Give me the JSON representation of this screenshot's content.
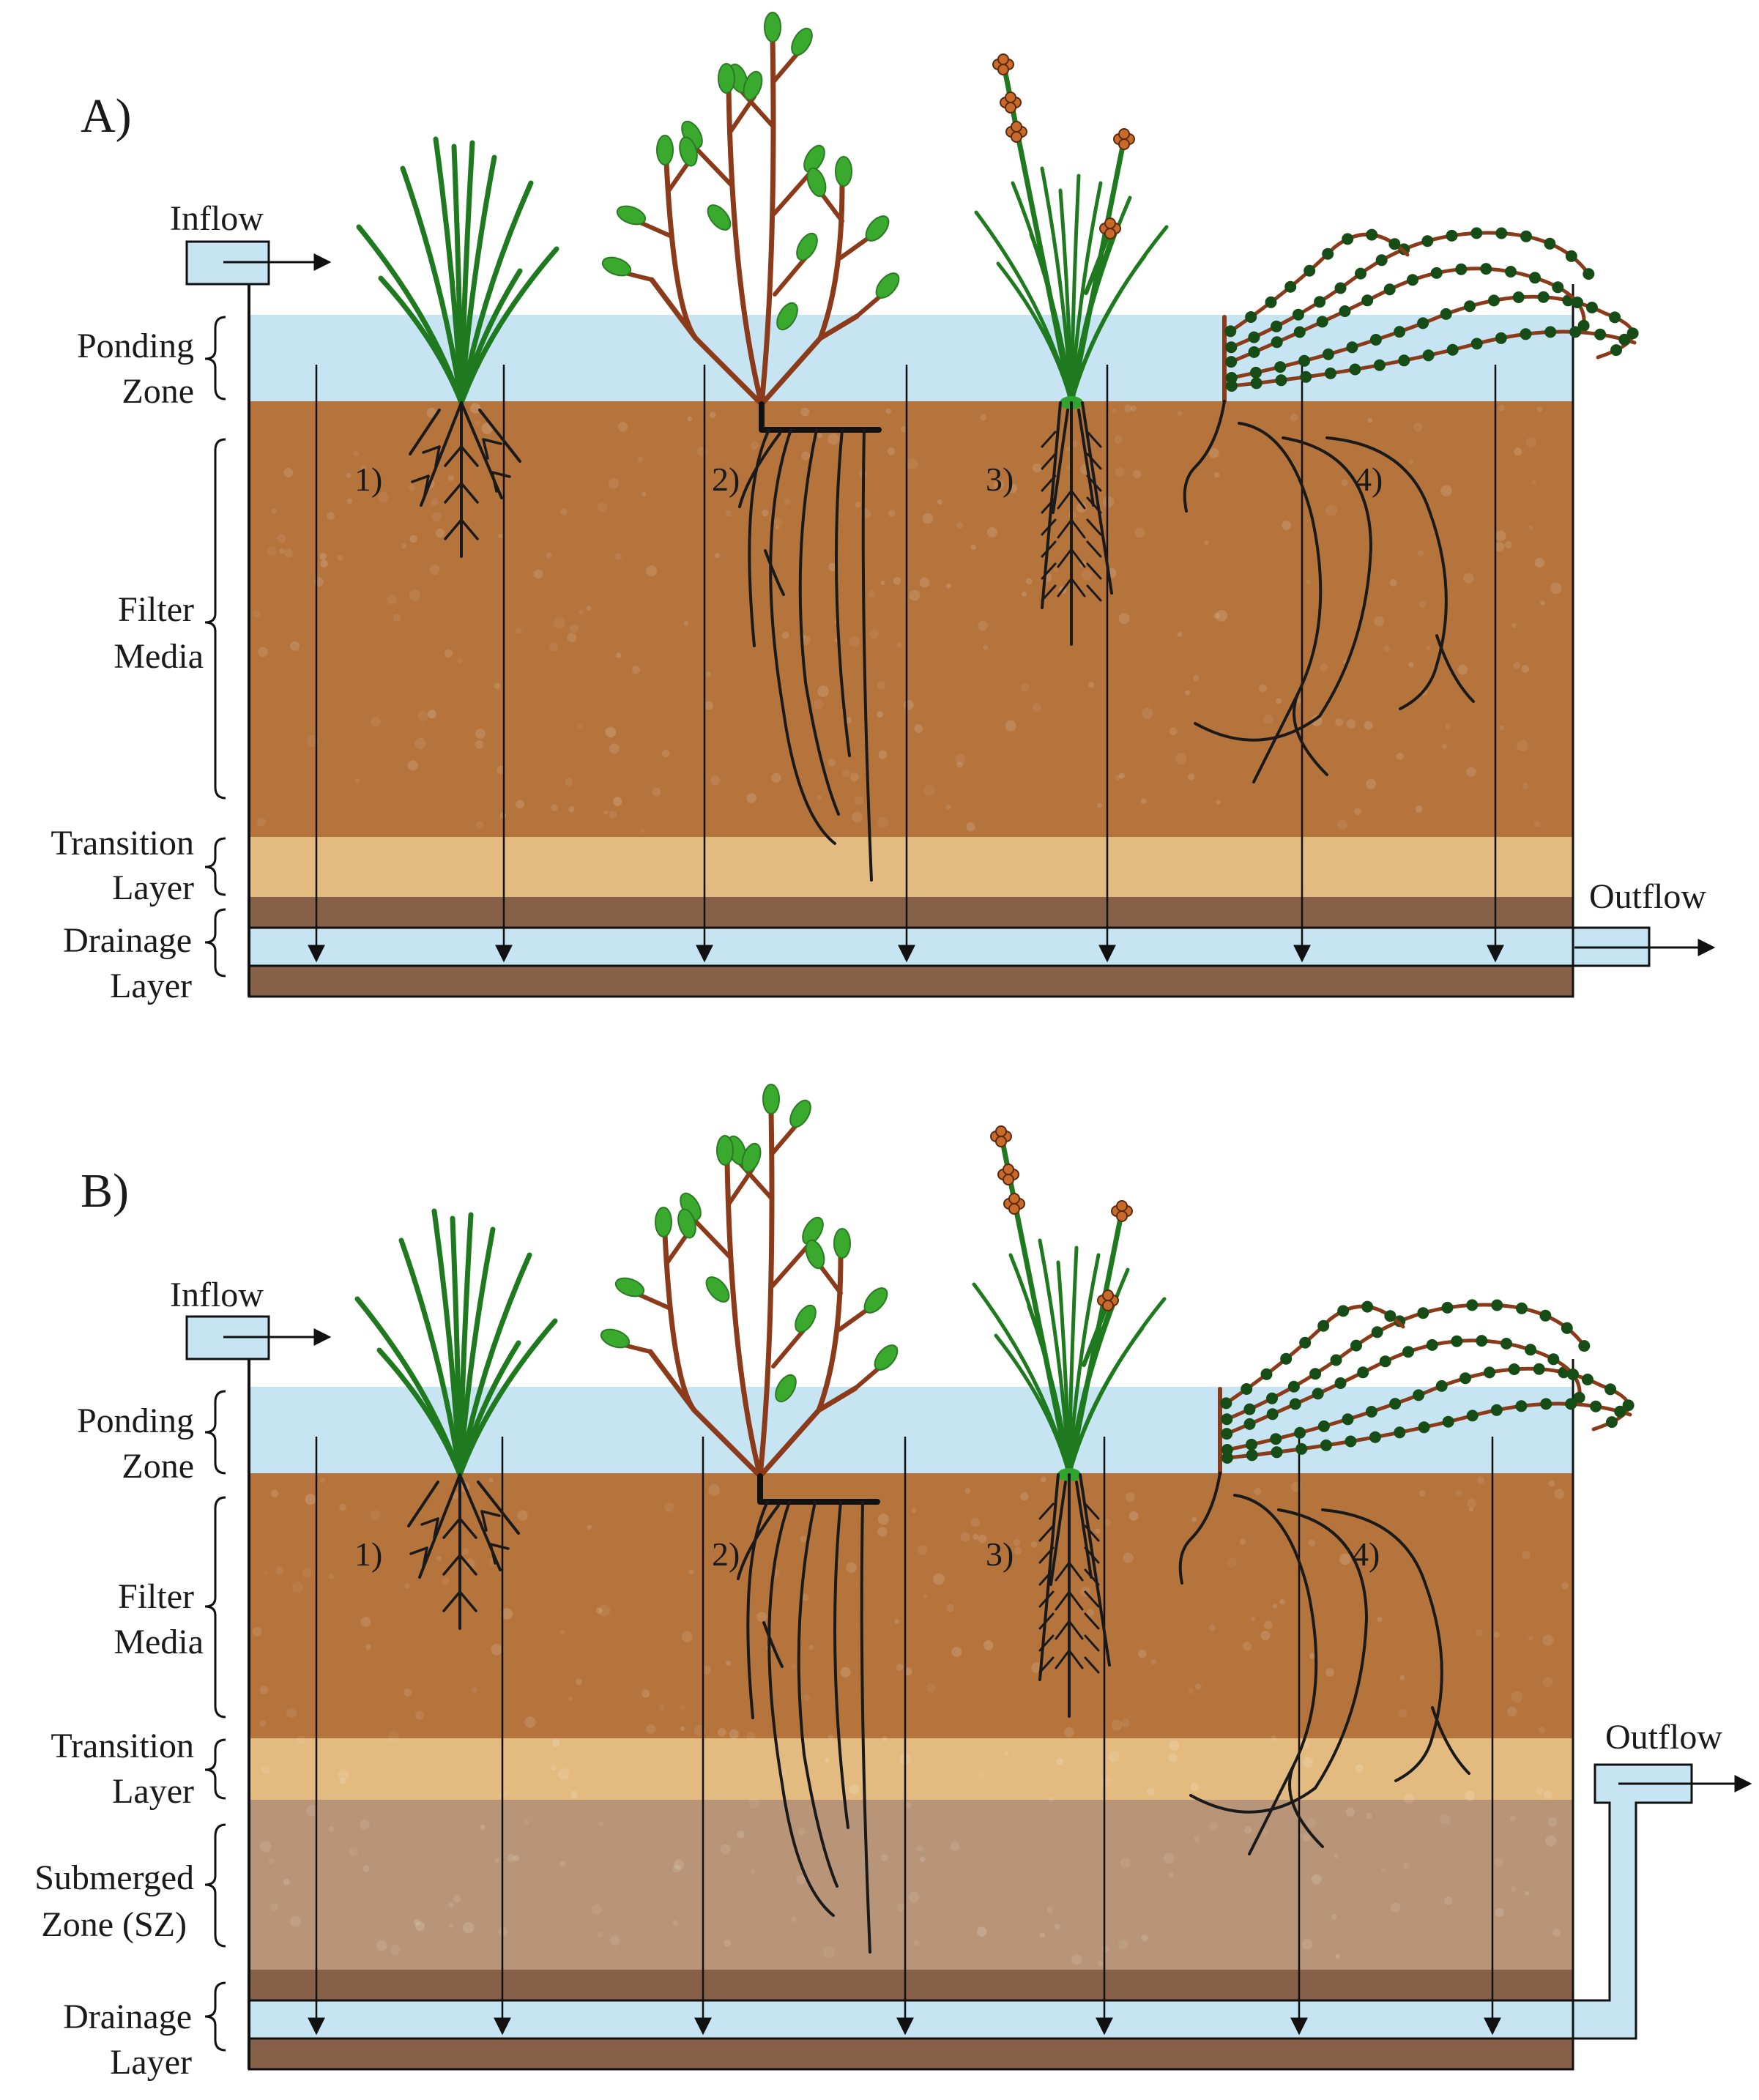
{
  "colors": {
    "water": "#c6e4f2",
    "filter": "#b5743c",
    "transition": "#e3bb80",
    "submerged": "#b89578",
    "drainage_band": "#866048",
    "grass": "#1f7a1f",
    "stem": "#8b3a1a",
    "leaf": "#3aaa2e",
    "root": "#1a1a1a",
    "flower": "#c86a2a",
    "bead": "#164d16"
  },
  "panels": [
    {
      "id": "A",
      "label": "A)",
      "inflow": "Inflow",
      "outflow": "Outflow",
      "layers": [
        {
          "key": "ponding",
          "line1": "Ponding",
          "line2": "Zone"
        },
        {
          "key": "filter",
          "line1": "Filter",
          "line2": "Media"
        },
        {
          "key": "transition",
          "line1": "Transition",
          "line2": "Layer"
        },
        {
          "key": "drainage",
          "line1": "Drainage",
          "line2": "Layer"
        }
      ],
      "plants": [
        {
          "label": "1)",
          "type": "grass"
        },
        {
          "label": "2)",
          "type": "shrub"
        },
        {
          "label": "3)",
          "type": "rush"
        },
        {
          "label": "4)",
          "type": "groundcover"
        }
      ]
    },
    {
      "id": "B",
      "label": "B)",
      "inflow": "Inflow",
      "outflow": "Outflow",
      "layers": [
        {
          "key": "ponding",
          "line1": "Ponding",
          "line2": "Zone"
        },
        {
          "key": "filter",
          "line1": "Filter",
          "line2": "Media"
        },
        {
          "key": "transition",
          "line1": "Transition",
          "line2": "Layer"
        },
        {
          "key": "submerged",
          "line1": "Submerged",
          "line2": "Zone (SZ)"
        },
        {
          "key": "drainage",
          "line1": "Drainage",
          "line2": "Layer"
        }
      ],
      "plants": [
        {
          "label": "1)",
          "type": "grass"
        },
        {
          "label": "2)",
          "type": "shrub"
        },
        {
          "label": "3)",
          "type": "rush"
        },
        {
          "label": "4)",
          "type": "groundcover"
        }
      ]
    }
  ]
}
